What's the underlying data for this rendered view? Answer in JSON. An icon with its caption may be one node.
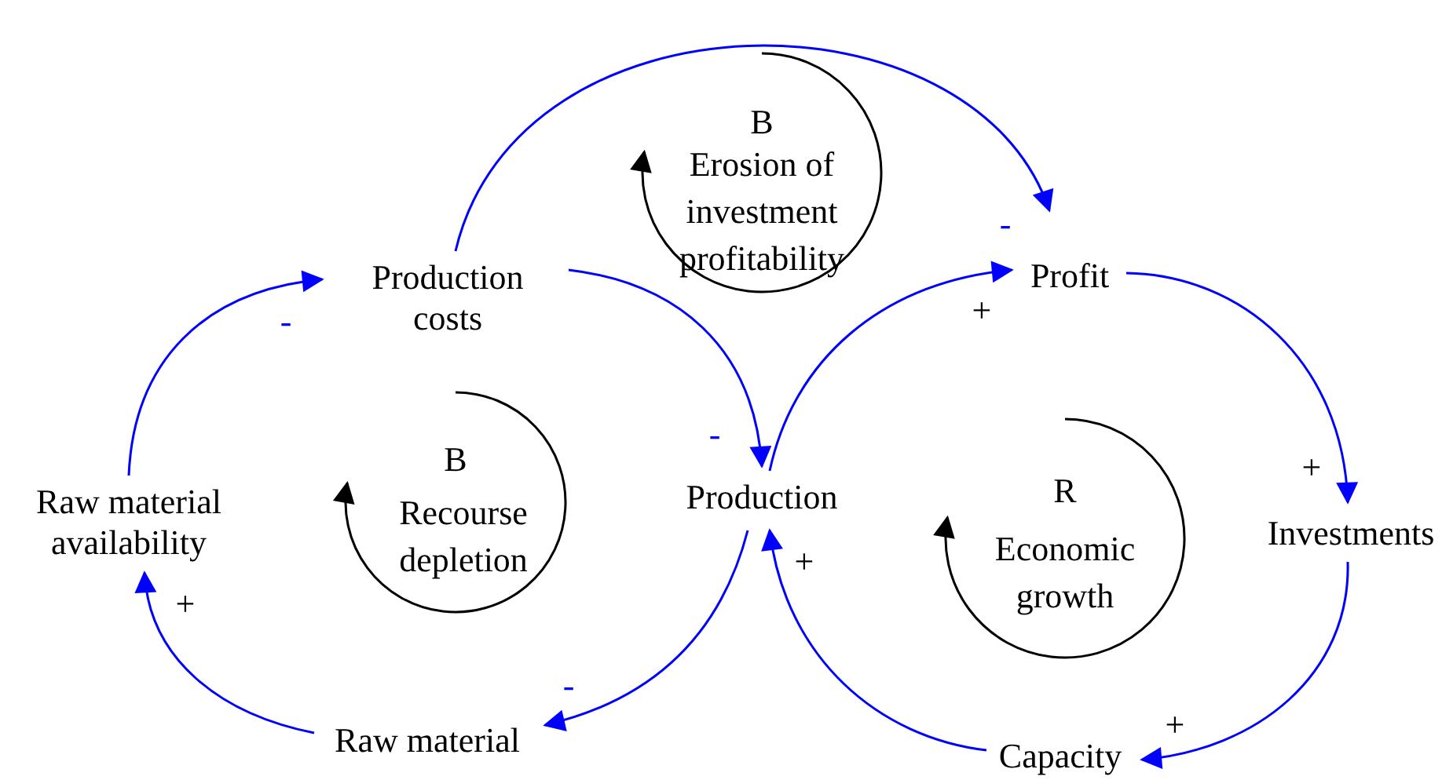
{
  "diagram": {
    "nodes": [
      {
        "text": [
          "Production costs"
        ]
      },
      {
        "text": [
          "Profit"
        ]
      },
      {
        "text": [
          "Raw material availability"
        ]
      },
      {
        "text": [
          "Production"
        ]
      },
      {
        "text": [
          "Investments"
        ]
      },
      {
        "text": [
          "Raw material"
        ]
      },
      {
        "text": [
          "Capacity"
        ]
      }
    ],
    "edges": [
      {
        "from": 0,
        "to": 1,
        "arrow": "to",
        "label": "-"
      },
      {
        "from": 0,
        "to": 3,
        "arrow": "to",
        "label": "-"
      },
      {
        "from": 2,
        "to": 0,
        "arrow": "to",
        "label": "-"
      },
      {
        "from": 1,
        "to": 4,
        "arrow": "to",
        "label": "+"
      },
      {
        "from": 3,
        "to": 1,
        "arrow": "to",
        "label": "+"
      },
      {
        "from": 4,
        "to": 6,
        "arrow": "to",
        "label": "+"
      },
      {
        "from": 6,
        "to": 3,
        "arrow": "to",
        "label": "+"
      },
      {
        "from": 3,
        "to": 5,
        "arrow": "to",
        "label": "-"
      },
      {
        "from": 5,
        "to": 2,
        "arrow": "to",
        "label": "+"
      }
    ],
    "labels": [
      "B",
      "Erosion of investment profitability",
      "B",
      "Recourse depletion",
      "R",
      "Economic growth"
    ]
  }
}
